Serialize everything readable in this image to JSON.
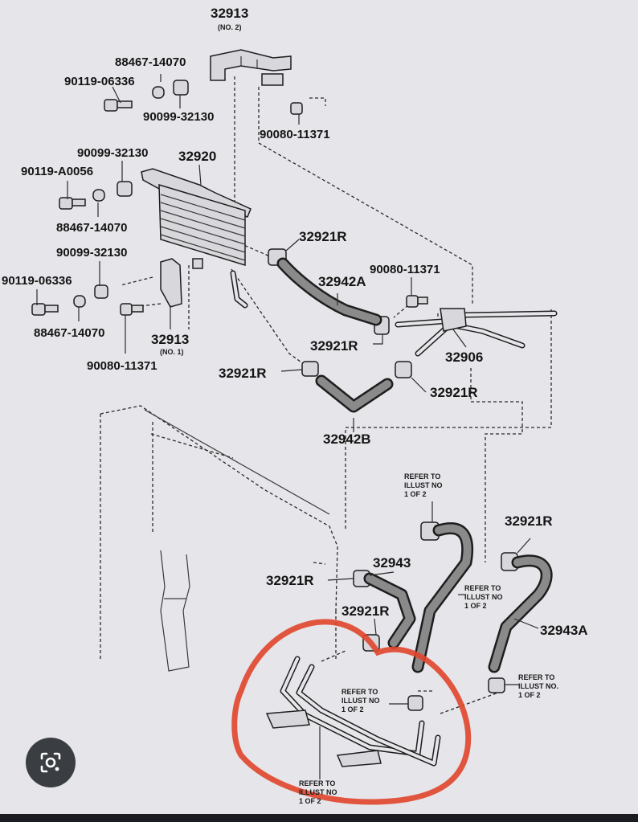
{
  "labels": {
    "part_32913_top": "32913",
    "no2": "(NO. 2)",
    "p88467_14070_a": "88467-14070",
    "p90119_06336_a": "90119-06336",
    "p90099_32130_a": "90099-32130",
    "p90080_11371_a": "90080-11371",
    "p90099_32130_b": "90099-32130",
    "part_32920": "32920",
    "p90119_A0056": "90119-A0056",
    "p88467_14070_b": "88467-14070",
    "p90099_32130_c": "90099-32130",
    "p90119_06336_b": "90119-06336",
    "p88467_14070_c": "88467-14070",
    "part_32913_mid": "32913",
    "no1": "(NO. 1)",
    "p90080_11371_b": "90080-11371",
    "p32921R_a": "32921R",
    "p32942A": "32942A",
    "p90080_11371_c": "90080-11371",
    "p32921R_b": "32921R",
    "p32906": "32906",
    "p32921R_c": "32921R",
    "p32921R_d": "32921R",
    "p32942B": "32942B",
    "p32921R_e": "32921R",
    "p32943": "32943",
    "p32921R_f": "32921R",
    "p32921R_g": "32921R",
    "p32943A": "32943A"
  },
  "notes": {
    "refer_a": [
      "REFER TO",
      "ILLUST NO",
      "1 OF 2"
    ],
    "refer_b": [
      "REFER TO",
      "ILLUST NO",
      "1 OF 2"
    ],
    "refer_c": [
      "REFER TO",
      "ILLUST NO",
      "1 OF 2"
    ],
    "refer_d": [
      "REFER TO",
      "ILLUST NO.",
      "1 OF 2"
    ],
    "refer_e": [
      "REFER TO",
      "ILLUST NO",
      "1 OF 2"
    ]
  },
  "colors": {
    "highlight": "#e0452c",
    "background": "#e6e6ea",
    "ink": "#1e1e1e"
  },
  "icons": {
    "lens": "google-lens-icon"
  }
}
